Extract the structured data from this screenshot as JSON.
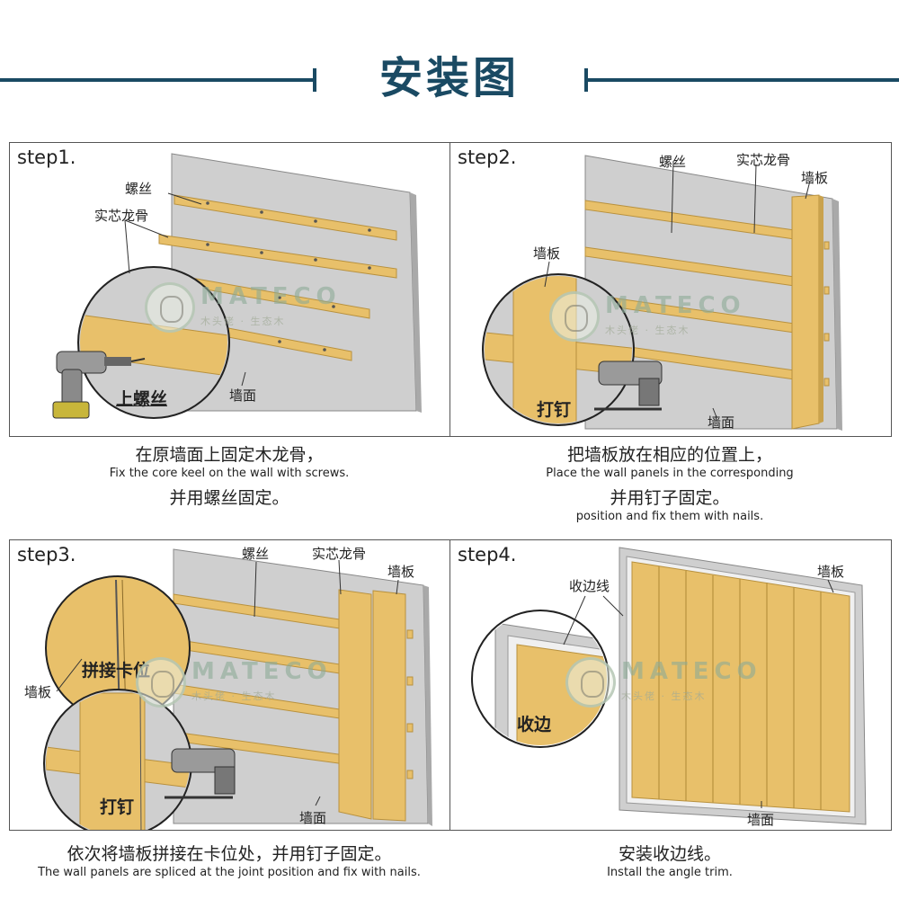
{
  "page_title": "安装图",
  "watermark": {
    "brand": "MATECO",
    "tagline": "木头佬 · 生态木"
  },
  "steps": [
    {
      "step": "step1.",
      "labels": {
        "screw": "螺丝",
        "keel": "实芯龙骨",
        "wall": "墙面",
        "action": "上螺丝"
      },
      "caption_cn_1": "在原墙面上固定木龙骨，",
      "caption_en_1": "Fix the core keel on the wall with screws.",
      "caption_cn_2": "并用螺丝固定。",
      "caption_en_2": ""
    },
    {
      "step": "step2.",
      "labels": {
        "screw": "螺丝",
        "keel": "实芯龙骨",
        "panel_top": "墙板",
        "panel_left": "墙板",
        "wall": "墙面",
        "action": "打钉"
      },
      "caption_cn_1": "把墙板放在相应的位置上，",
      "caption_en_1": "Place the wall panels in the corresponding",
      "caption_cn_2": "并用钉子固定。",
      "caption_en_2": "position and fix them with nails."
    },
    {
      "step": "step3.",
      "labels": {
        "screw": "螺丝",
        "keel": "实芯龙骨",
        "panel_top": "墙板",
        "panel_left": "墙板",
        "wall": "墙面",
        "action_top": "拼接卡位",
        "action_bottom": "打钉"
      },
      "caption_cn_1": "依次将墙板拼接在卡位处，并用钉子固定。",
      "caption_en_1": "The wall panels are spliced at the joint position and fix with nails."
    },
    {
      "step": "step4.",
      "labels": {
        "trim": "收边线",
        "panel": "墙板",
        "wall": "墙面",
        "action": "收边"
      },
      "caption_cn_1": "安装收边线。",
      "caption_en_1": "Install the angle trim."
    }
  ],
  "colors": {
    "title": "#1a4a63",
    "wall": "#cfcfcf",
    "wood": "#e8c06a",
    "wood_dark": "#b8913e",
    "trim": "#f0f0f0"
  }
}
